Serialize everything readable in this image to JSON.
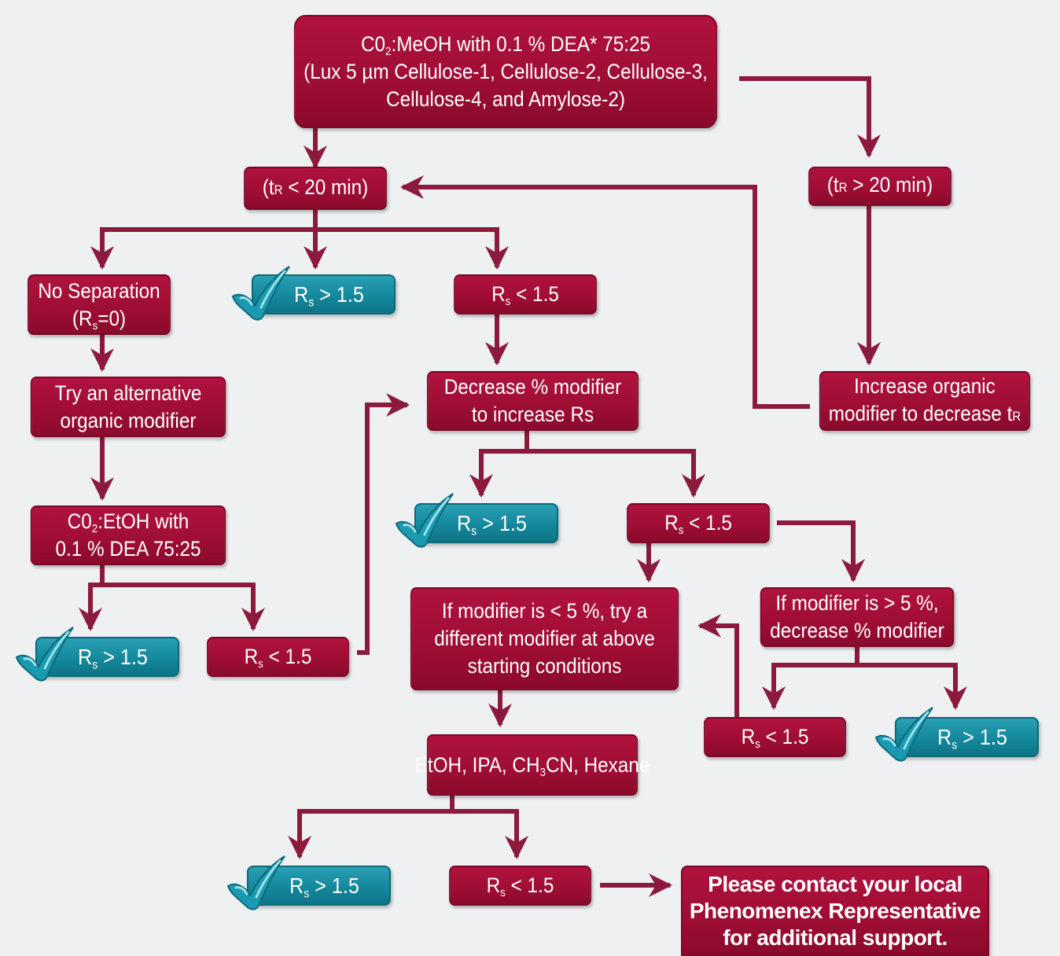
{
  "colors": {
    "box_fill": "#a50f3a",
    "decision_fill": "#14889c",
    "connector": "#8b1a3d",
    "background": "#eef0f1"
  },
  "icons": {
    "success": "checkmark-icon"
  },
  "nodes": {
    "start": {
      "line1_pre": "C0",
      "line1_sub": "2",
      "line1_post": ":MeOH with 0.1 % DEA* 75:25",
      "line2": "(Lux 5 µm Cellulose-1, Cellulose-2, Cellulose-3,",
      "line3": "Cellulose-4, and Amylose-2)"
    },
    "tr_lt": {
      "pre": "(t",
      "sub": "R",
      "post": " < 20 min)"
    },
    "tr_gt": {
      "pre": "(t",
      "sub": "R",
      "post": " > 20 min)"
    },
    "no_sep": {
      "line1": "No Separation",
      "line2_pre": "(R",
      "line2_sub": "s",
      "line2_post": "=0)"
    },
    "rs_gt_1": {
      "pre": "R",
      "sub": "s",
      "post": " > 1.5"
    },
    "rs_lt_1": {
      "pre": "R",
      "sub": "s",
      "post": " < 1.5"
    },
    "try_alt": {
      "line1": "Try an alternative",
      "line2": "organic modifier"
    },
    "dec_mod": {
      "line1": "Decrease % modifier",
      "line2": "to increase Rs"
    },
    "inc_org": {
      "line1": "Increase organic",
      "line2_pre": "modifier to decrease t",
      "line2_small": "R"
    },
    "etoh": {
      "line1_pre": "C0",
      "line1_sub": "2",
      "line1_post": ":EtOH with",
      "line2": "0.1 % DEA 75:25"
    },
    "rs_gt_2": {
      "pre": "R",
      "sub": "s",
      "post": " > 1.5"
    },
    "rs_lt_2": {
      "pre": "R",
      "sub": "s",
      "post": " < 1.5"
    },
    "rs_gt_3": {
      "pre": "R",
      "sub": "s",
      "post": " > 1.5"
    },
    "rs_lt_3": {
      "pre": "R",
      "sub": "s",
      "post": " < 1.5"
    },
    "if_lt5": {
      "line1": "If modifier is < 5 %, try a",
      "line2": "different modifier at  above",
      "line3": "starting conditions"
    },
    "if_gt5": {
      "line1": "If modifier is > 5 %,",
      "line2": "decrease % modifier"
    },
    "rs_lt_4": {
      "pre": "R",
      "sub": "s",
      "post": " < 1.5"
    },
    "rs_gt_4": {
      "pre": "R",
      "sub": "s",
      "post": " > 1.5"
    },
    "solvents": {
      "pre": "EtOH, IPA, CH",
      "sub": "3",
      "post": "CN, Hexane"
    },
    "rs_gt_5": {
      "pre": "R",
      "sub": "s",
      "post": " > 1.5"
    },
    "rs_lt_5": {
      "pre": "R",
      "sub": "s",
      "post": " < 1.5"
    },
    "contact": {
      "line1": "Please contact your local",
      "line2": "Phenomenex Representative",
      "line3": "for additional support."
    }
  }
}
